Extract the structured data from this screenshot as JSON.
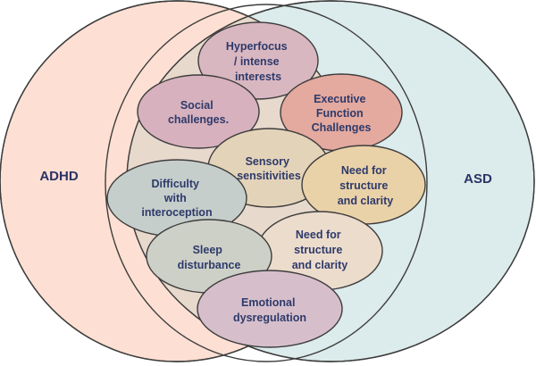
{
  "diagram": {
    "left_set": {
      "label": "ADHD",
      "color": "#fde0d3"
    },
    "right_set": {
      "label": "ASD",
      "color": "#dcebeb"
    },
    "overlap_color": "#e8d9cd",
    "traits": [
      {
        "id": "hyperfocus",
        "lines": [
          "Hyperfocus",
          "/ intense",
          "interests"
        ],
        "color": "#d9b7c1"
      },
      {
        "id": "social",
        "lines": [
          "Social",
          "challenges."
        ],
        "color": "#d7b1bd"
      },
      {
        "id": "executive",
        "lines": [
          "Executive",
          "Function",
          "Challenges"
        ],
        "color": "#e4a99f"
      },
      {
        "id": "sensory",
        "lines": [
          "Sensory",
          "sensitivities"
        ],
        "color": "#e3d3b8"
      },
      {
        "id": "need-structure-1",
        "lines": [
          "Need for",
          "structure",
          "and clarity"
        ],
        "color": "#ead2a8"
      },
      {
        "id": "interoception",
        "lines": [
          "Difficulty",
          "with",
          "interoception"
        ],
        "color": "#c5cecb"
      },
      {
        "id": "sleep",
        "lines": [
          "Sleep",
          "disturbance"
        ],
        "color": "#cdd0c6"
      },
      {
        "id": "need-structure-2",
        "lines": [
          "Need for",
          "structure",
          "and clarity"
        ],
        "color": "#ecdccc"
      },
      {
        "id": "emotional",
        "lines": [
          "Emotional",
          "dysregulation"
        ],
        "color": "#d6bfcb"
      }
    ]
  }
}
